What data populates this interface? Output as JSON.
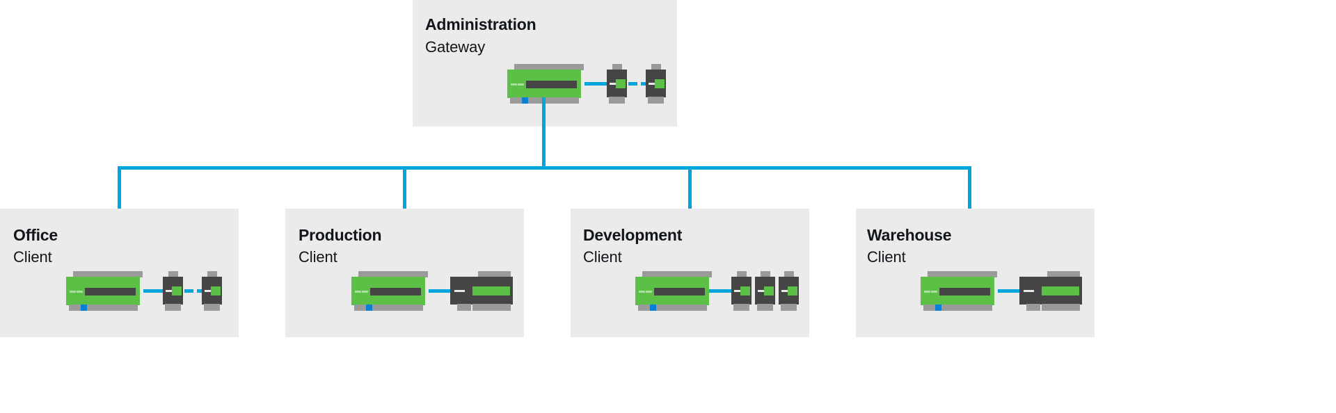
{
  "diagram": {
    "type": "network-topology",
    "background_color": "#ffffff",
    "panel_color": "#ebebeb",
    "link_color": "#00a5dc",
    "device_green": "#5cbf46",
    "device_dark": "#454545",
    "device_rail": "#9a9a9a"
  },
  "gateway": {
    "title": "Administration",
    "subtitle": "Gateway",
    "devices": [
      {
        "kind": "plc",
        "label": "green-plc"
      },
      {
        "kind": "module",
        "label": "io-module"
      },
      {
        "kind": "module",
        "label": "io-module"
      }
    ]
  },
  "clients": [
    {
      "title": "Office",
      "subtitle": "Client",
      "devices": [
        {
          "kind": "plc",
          "label": "green-plc"
        },
        {
          "kind": "module",
          "label": "io-module"
        },
        {
          "kind": "module",
          "label": "io-module"
        }
      ]
    },
    {
      "title": "Production",
      "subtitle": "Client",
      "devices": [
        {
          "kind": "plc",
          "label": "green-plc"
        },
        {
          "kind": "wide-module",
          "label": "dark-controller"
        }
      ]
    },
    {
      "title": "Development",
      "subtitle": "Client",
      "devices": [
        {
          "kind": "plc",
          "label": "green-plc"
        },
        {
          "kind": "module",
          "label": "io-module"
        },
        {
          "kind": "module",
          "label": "io-module"
        },
        {
          "kind": "module",
          "label": "io-module"
        }
      ]
    },
    {
      "title": "Warehouse",
      "subtitle": "Client",
      "devices": [
        {
          "kind": "plc",
          "label": "green-plc"
        },
        {
          "kind": "wide-module",
          "label": "dark-controller"
        }
      ]
    }
  ]
}
